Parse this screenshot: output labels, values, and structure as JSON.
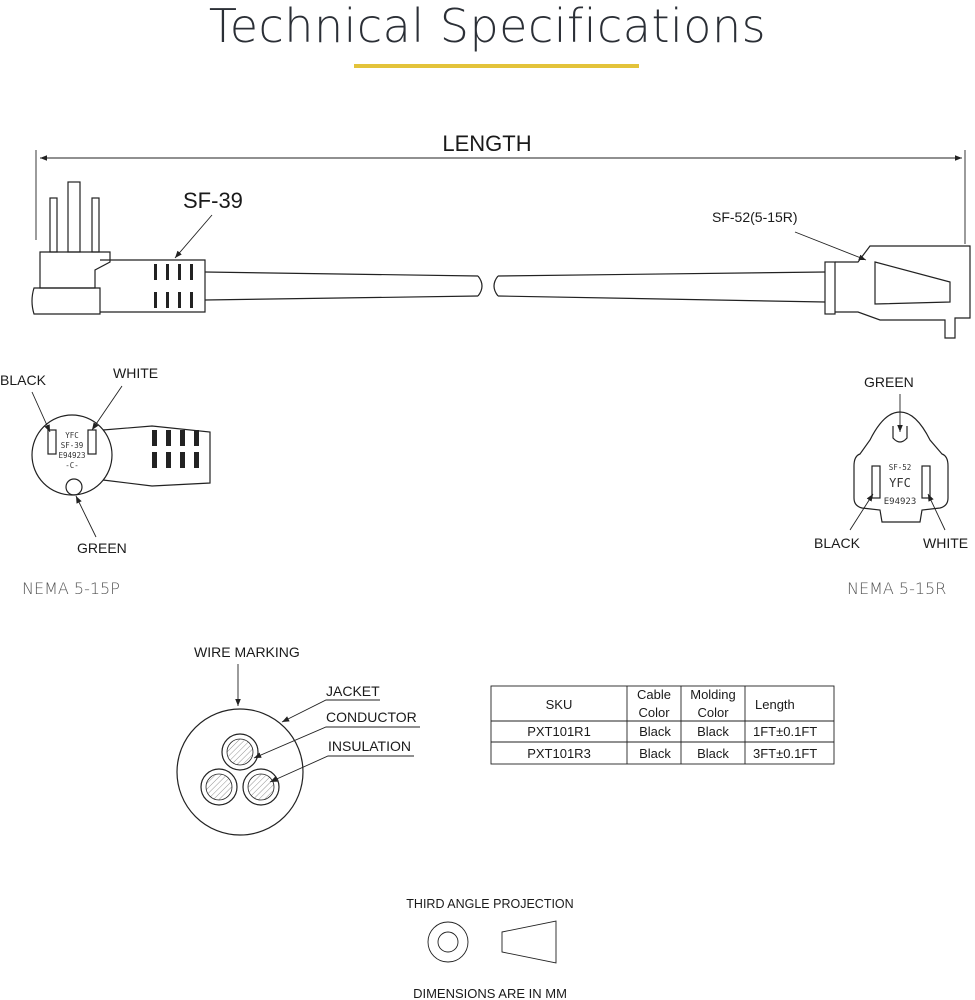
{
  "page": {
    "title": "Technical Specifications",
    "accent_color": "#e3c33a"
  },
  "drawing": {
    "length_label": "LENGTH",
    "plug_part": "SF-39",
    "receptacle_part": "SF-52(5-15R)",
    "plug_wire_black": "BLACK",
    "plug_wire_white": "WHITE",
    "plug_wire_green": "GREEN",
    "plug_face_text": [
      "YFC",
      "SF-39",
      "E94923",
      "-C-"
    ],
    "plug_standard": "NEMA 5-15P",
    "rec_wire_green": "GREEN",
    "rec_wire_black": "BLACK",
    "rec_wire_white": "WHITE",
    "rec_face_text": [
      "SF-52",
      "YFC",
      "E94923"
    ],
    "rec_standard": "NEMA 5-15R",
    "cable_wire_marking": "WIRE MARKING",
    "cable_jacket": "JACKET",
    "cable_conductor": "CONDUCTOR",
    "cable_insulation": "INSULATION",
    "projection_label": "THIRD ANGLE PROJECTION",
    "dimensions_note": "DIMENSIONS ARE IN MM"
  },
  "spec_table": {
    "headers": [
      [
        "SKU"
      ],
      [
        "Cable",
        "Color"
      ],
      [
        "Molding",
        "Color"
      ],
      [
        "Length"
      ]
    ],
    "rows": [
      [
        "PXT101R1",
        "Black",
        "Black",
        "1FT±0.1FT"
      ],
      [
        "PXT101R3",
        "Black",
        "Black",
        "3FT±0.1FT"
      ]
    ]
  }
}
